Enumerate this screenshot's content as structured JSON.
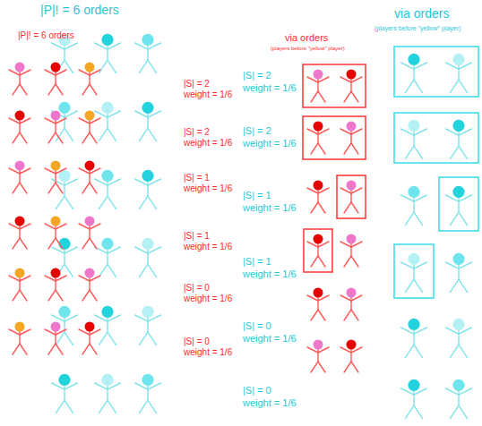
{
  "diagram": {
    "labels": [
      "|P|! = 6 orders",
      "via orders",
      "(players before \"yellow\" player)",
      "|P|! = 6 orders",
      "via orders",
      "(players before \"yellow\" player)",
      "|S| = 2",
      "weight = 1/6",
      "|S| = 2",
      "weight = 1/6",
      "|S| = 1",
      "weight = 1/6",
      "|S| = 1",
      "weight = 1/6",
      "|S| = 0",
      "weight = 1/6",
      "|S| = 0",
      "weight = 1/6",
      "|S| = 2",
      "weight = 1/6",
      "|S| = 2",
      "weight = 1/6",
      "|S| = 1",
      "weight = 1/6",
      "|S| = 1",
      "weight = 1/6",
      "|S| = 0",
      "weight = 1/6",
      "|S| = 0",
      "weight = 1/6"
    ]
  }
}
